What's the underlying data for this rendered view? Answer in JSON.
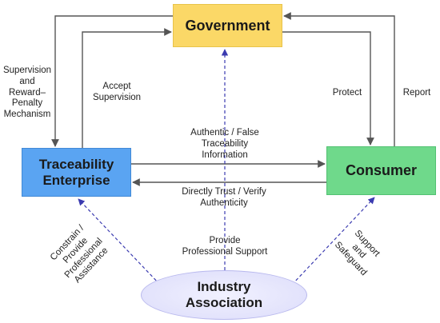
{
  "nodes": {
    "government": "Government",
    "enterprise": "Traceability\nEnterprise",
    "consumer": "Consumer",
    "association": "Industry\nAssociation"
  },
  "edges": {
    "supervision": "Supervision\nand\nReward–\nPenalty\nMechanism",
    "accept": "Accept\nSupervision",
    "protect": "Protect",
    "report": "Report",
    "info": "Authentic / False\nTraceability\nInformation",
    "trust": "Directly Trust / Verify\nAuthenticity",
    "provide": "Provide\nProfessional Support",
    "constrain": "Constrain /\nProvide\nProfessional\nAssistance",
    "support": "Support\nand\nSafeguard"
  },
  "colors": {
    "government": "#fbd867",
    "enterprise": "#5aa4f2",
    "consumer": "#6fd98b",
    "association": "#dcdcfa",
    "solid_arrow": "#555555",
    "dashed_arrow": "#3b3bb0"
  }
}
